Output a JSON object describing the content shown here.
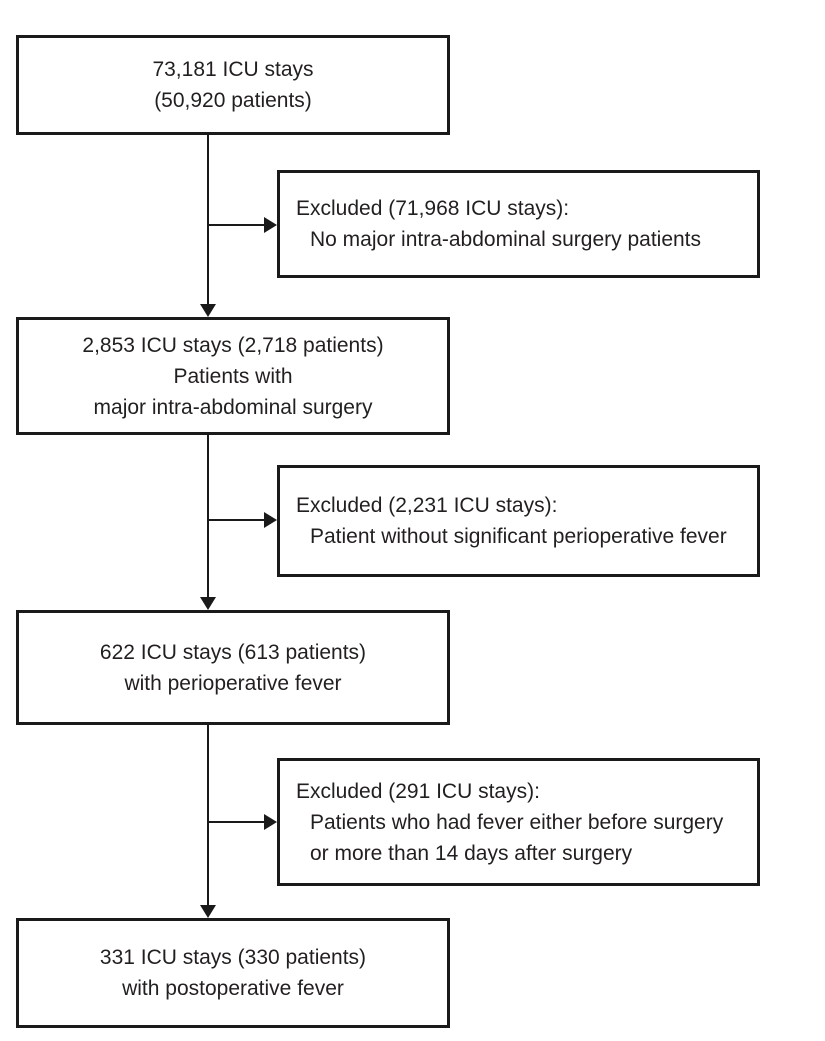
{
  "figure": {
    "background_color": "#ffffff",
    "border_color": "#1a1a1a",
    "text_color": "#231f20"
  },
  "main_boxes": [
    {
      "lines": [
        "73,181 ICU stays",
        "(50,920 patients)"
      ]
    },
    {
      "lines": [
        "2,853 ICU stays (2,718 patients)",
        "Patients with",
        "major intra-abdominal surgery"
      ]
    },
    {
      "lines": [
        "622 ICU stays (613 patients)",
        "with perioperative fever"
      ]
    },
    {
      "lines": [
        "331 ICU stays (330 patients)",
        "with postoperative fever"
      ]
    }
  ],
  "excluded_boxes": [
    {
      "heading": "Excluded (71,968 ICU stays):",
      "details": [
        "No major intra-abdominal surgery patients"
      ]
    },
    {
      "heading": "Excluded (2,231 ICU stays):",
      "details": [
        "Patient without significant perioperative fever"
      ]
    },
    {
      "heading": "Excluded (291 ICU stays):",
      "details": [
        "Patients who had fever either before surgery",
        "or more than 14 days after surgery"
      ]
    }
  ]
}
